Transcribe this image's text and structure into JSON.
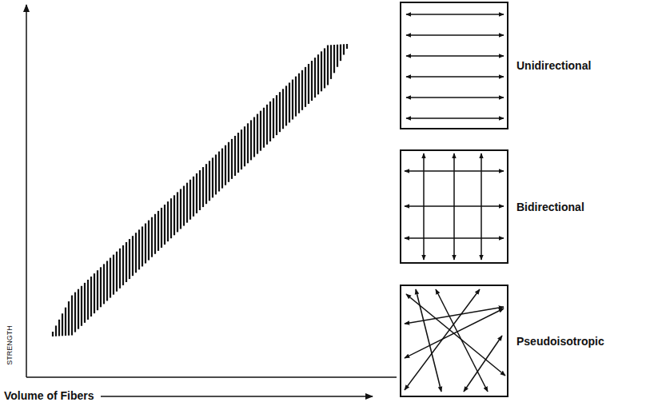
{
  "diagram": {
    "nodes": [
      {
        "text": [
          "Unidirectional"
        ]
      },
      {
        "text": [
          "Bidirectional"
        ]
      },
      {
        "text": [
          "Pseudoisotropic"
        ]
      }
    ],
    "labels": [
      "STRENGTH",
      "Volume of Fibers"
    ]
  }
}
